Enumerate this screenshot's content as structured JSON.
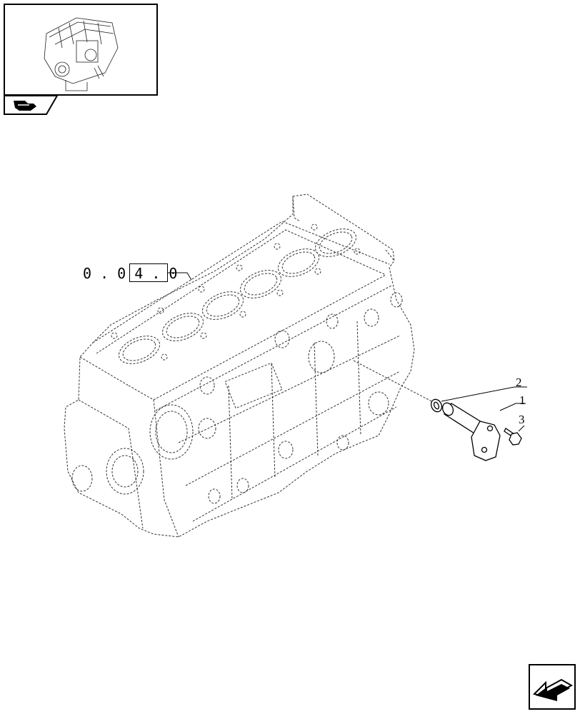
{
  "reference": {
    "label": "0 . 0 4 . 0"
  },
  "callouts": [
    {
      "id": "2",
      "text": "2"
    },
    {
      "id": "1",
      "text": "1"
    },
    {
      "id": "3",
      "text": "3"
    }
  ],
  "icons": {
    "thumbnail": "engine-thumbnail-icon",
    "section": "book-arrow-icon",
    "navigation": "arrow-left-icon"
  }
}
